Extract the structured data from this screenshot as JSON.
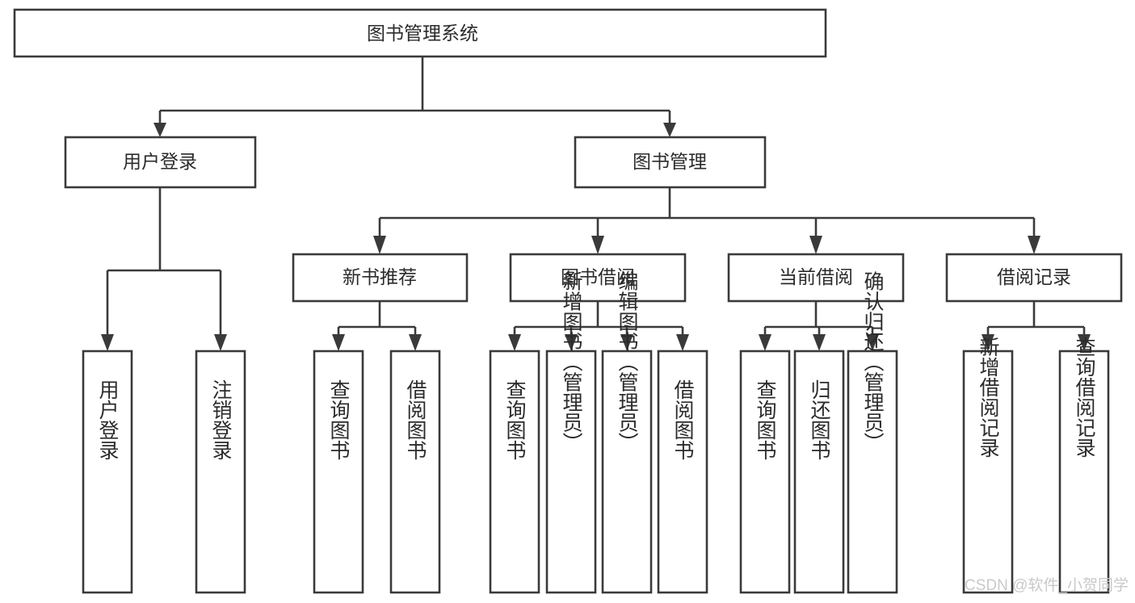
{
  "diagram": {
    "title": "图书管理系统",
    "type": "tree-hierarchy-chart",
    "colors": {
      "box_stroke": "#3a3a3a",
      "box_fill": "#ffffff",
      "text": "#2b2b2b",
      "connector": "#3a3a3a",
      "background": "#ffffff",
      "watermark": "#c9c9c9"
    },
    "root": {
      "label": "图书管理系统"
    },
    "level2": [
      {
        "label": "用户登录"
      },
      {
        "label": "图书管理"
      }
    ],
    "level3": [
      {
        "label": "新书推荐"
      },
      {
        "label": "图书借阅"
      },
      {
        "label": "当前借阅"
      },
      {
        "label": "借阅记录"
      }
    ],
    "leaves": {
      "user_login": [
        {
          "label": "用户登录"
        },
        {
          "label": "注销登录"
        }
      ],
      "new_book_recommend": [
        {
          "label": "查询图书"
        },
        {
          "label": "借阅图书"
        }
      ],
      "book_borrow": [
        {
          "label": "查询图书"
        },
        {
          "label": "新增图书（管理员）"
        },
        {
          "label": "编辑图书（管理员）"
        },
        {
          "label": "借阅图书"
        }
      ],
      "current_borrow": [
        {
          "label": "查询图书"
        },
        {
          "label": "归还图书"
        },
        {
          "label": "确认归还（管理员）"
        }
      ],
      "borrow_record": [
        {
          "label": "新增借阅记录"
        },
        {
          "label": "查询借阅记录"
        }
      ]
    },
    "watermark": "CSDN @软件_小贺同学"
  }
}
